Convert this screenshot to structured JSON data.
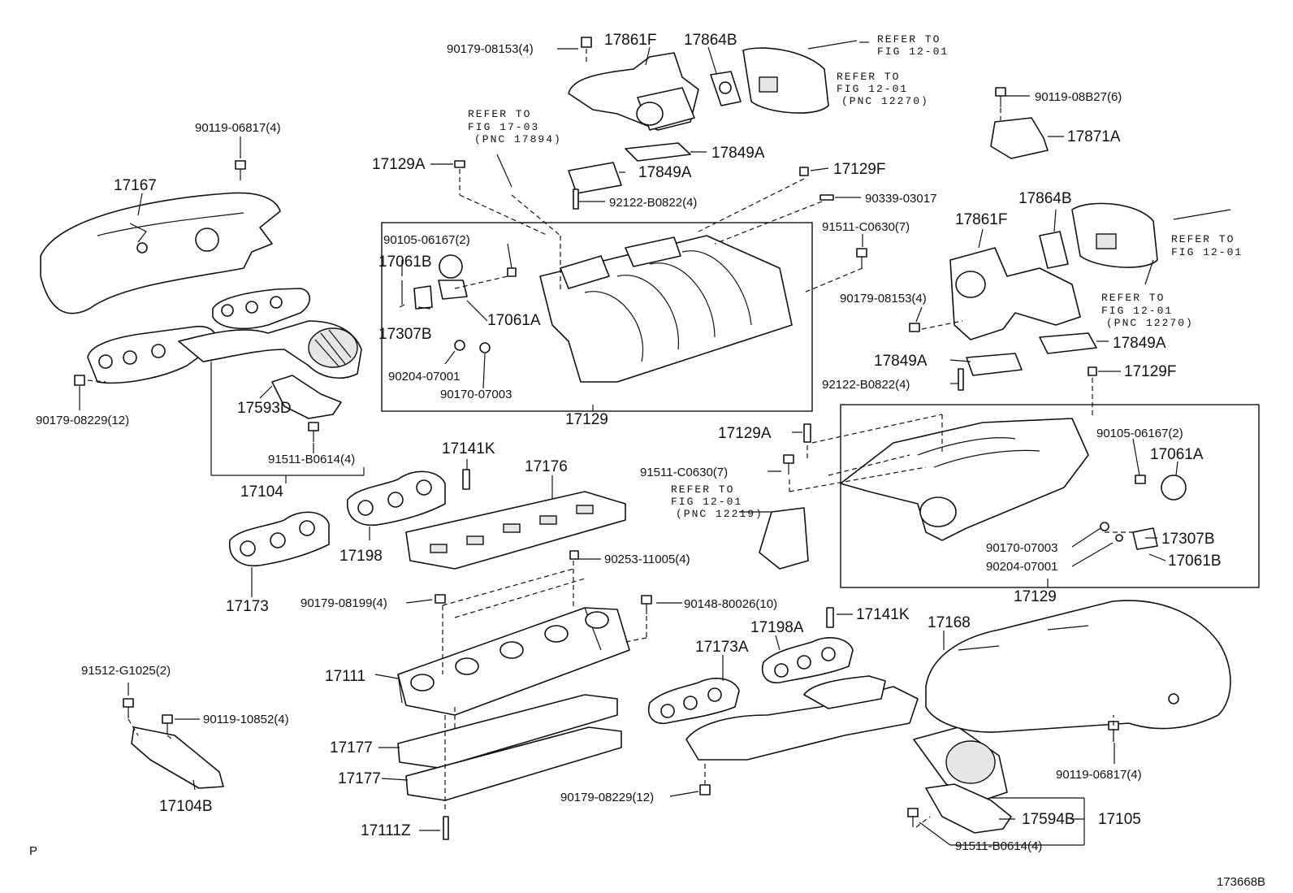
{
  "diagram_code": "173668B",
  "corner_mark": "P",
  "refer_notes": {
    "fig1701_top": [
      "REFER TO",
      "FIG 12-01"
    ],
    "fig1201_pnc": [
      "REFER TO",
      "FIG 12-01",
      "(PNC 12270)"
    ],
    "fig1703": [
      "REFER TO",
      "FIG 17-03",
      "(PNC 17894)"
    ],
    "fig1201_right": [
      "REFER TO",
      "FIG 12-01"
    ],
    "fig1201_pnc_right": [
      "REFER TO",
      "FIG 12-01",
      "(PNC 12270)"
    ],
    "fig1201_pnc_219": [
      "REFER TO",
      "FIG 12-01",
      "(PNC 12219)"
    ]
  },
  "labels": {
    "p90179_08153_top": "90179-08153(4)",
    "p17861F_top": "17861F",
    "p17864B_top": "17864B",
    "p90119_06817_l": "90119-06817(4)",
    "p17167": "17167",
    "p17129A_top": "17129A",
    "p17849A_a": "17849A",
    "p17849A_b": "17849A",
    "p92122_top": "92122-B0822(4)",
    "p17129F_top": "17129F",
    "p90339": "90339-03017",
    "p90105_l": "90105-06167(2)",
    "p17061B_l": "17061B",
    "p17307B_l": "17307B",
    "p17061A_l": "17061A",
    "p90204_l": "90204-07001",
    "p90170_l": "90170-07003",
    "p17129_l": "17129",
    "p90179_08229_l": "90179-08229(12)",
    "p17593D": "17593D",
    "p91511_B0614_l": "91511-B0614(4)",
    "p17104": "17104",
    "p17141K_l": "17141K",
    "p17176": "17176",
    "p17198": "17198",
    "p17173": "17173",
    "p90253": "90253-11005(4)",
    "p90179_08199": "90179-08199(4)",
    "p90148": "90148-80026(10)",
    "p17111": "17111",
    "p17177_a": "17177",
    "p17177_b": "17177",
    "p17111Z": "17111Z",
    "p91512": "91512-G1025(2)",
    "p90119_10852": "90119-10852(4)",
    "p17104B": "17104B",
    "p90119_08B27": "90119-08B27(6)",
    "p17871A": "17871A",
    "p17864B_r": "17864B",
    "p17861F_r": "17861F",
    "p91511_C0630_r": "91511-C0630(7)",
    "p90179_08153_r": "90179-08153(4)",
    "p17849A_r1": "17849A",
    "p17849A_r2": "17849A",
    "p92122_r": "92122-B0822(4)",
    "p17129F_r": "17129F",
    "p17129A_r": "17129A",
    "p91511_C0630_m": "91511-C0630(7)",
    "p90105_r": "90105-06167(2)",
    "p17061A_r": "17061A",
    "p90170_r": "90170-07003",
    "p17307B_r": "17307B",
    "p90204_r": "90204-07001",
    "p17061B_r": "17061B",
    "p17129_r": "17129",
    "p17141K_r": "17141K",
    "p17198A": "17198A",
    "p17173A": "17173A",
    "p17168": "17168",
    "p90119_06817_r": "90119-06817(4)",
    "p90179_08229_r": "90179-08229(12)",
    "p17594B": "17594B",
    "p17105": "17105",
    "p91511_B0614_r": "91511-B0614(4)"
  }
}
